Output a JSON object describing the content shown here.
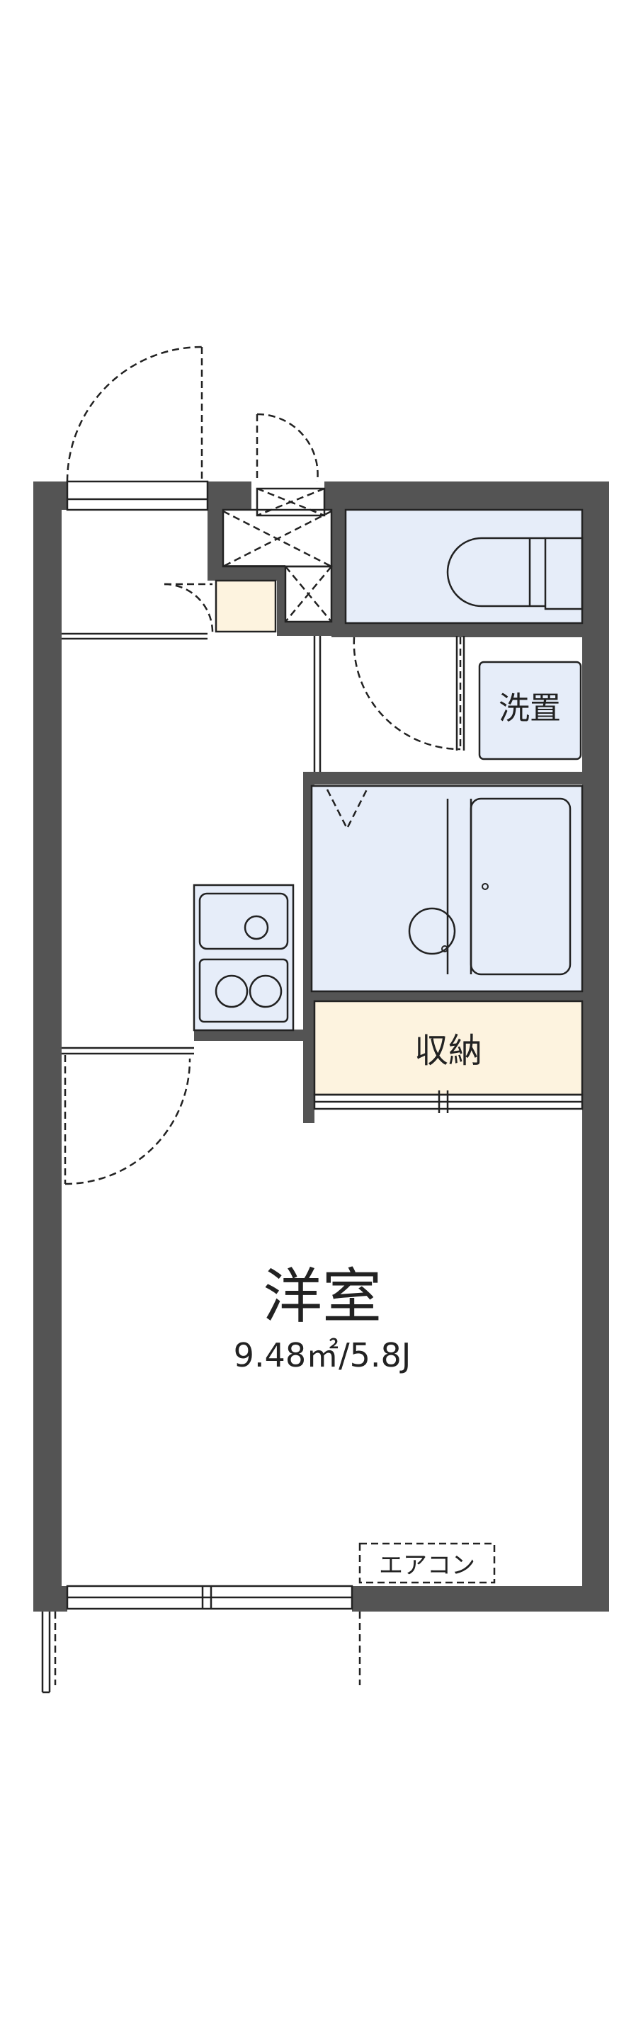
{
  "floor_plan": {
    "rooms": {
      "western_room": {
        "name": "洋室",
        "size": "9.48㎡/5.8J"
      },
      "storage": {
        "name": "収納"
      },
      "washing_space": {
        "name": "洗置"
      },
      "aircon": {
        "name": "エアコン"
      }
    },
    "colors": {
      "wall": "#545454",
      "fixture_fill": "#e6edf9",
      "storage_fill": "#fdf3df",
      "line": "#222222"
    }
  }
}
